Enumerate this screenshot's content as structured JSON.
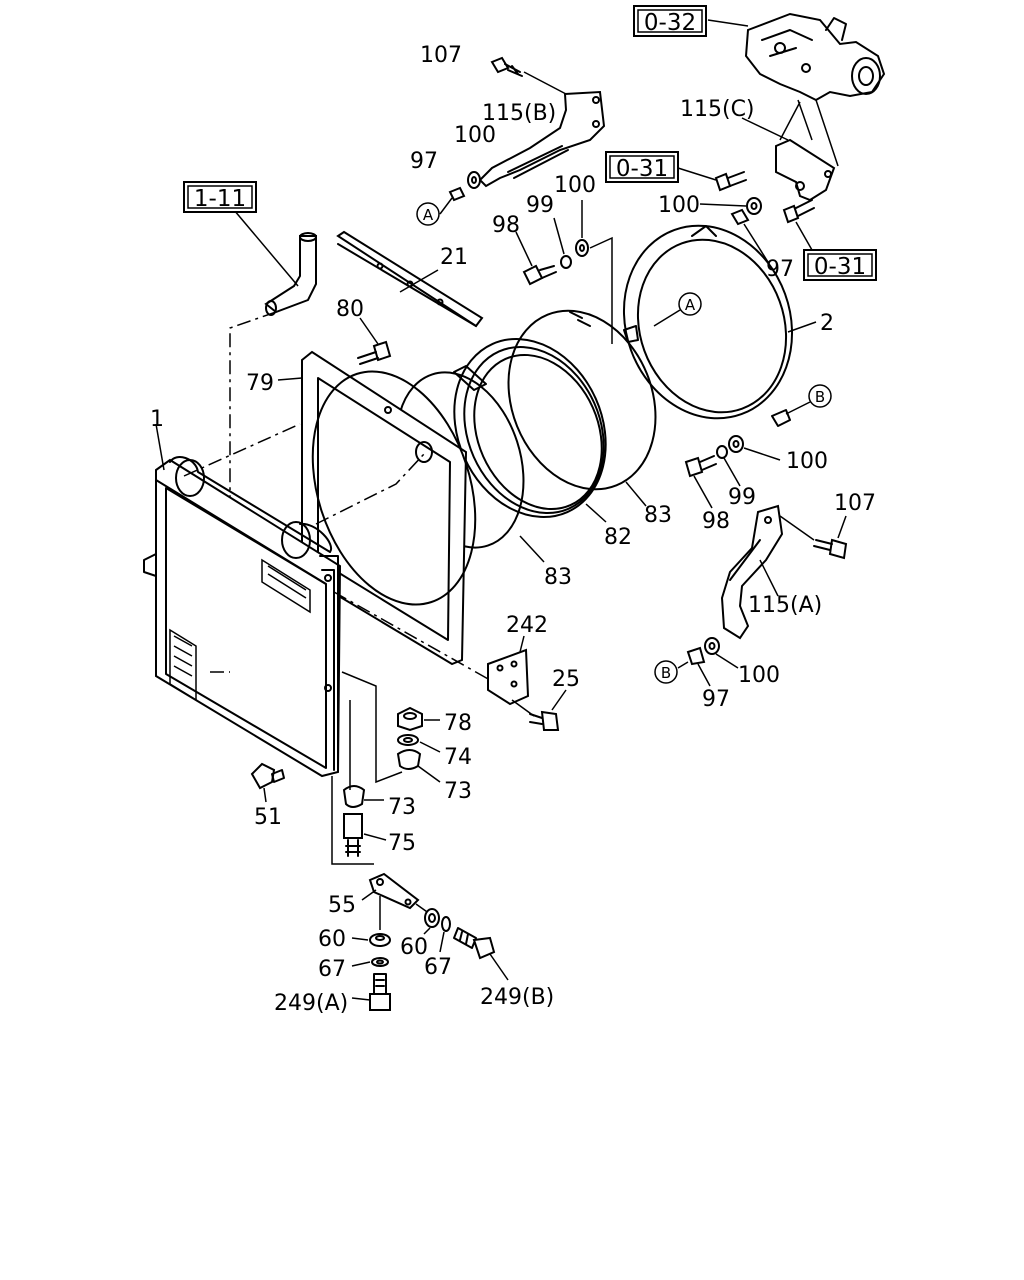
{
  "refs": {
    "r_0_32": "0-32",
    "r_0_31a": "0-31",
    "r_0_31b": "0-31",
    "r_1_11": "1-11"
  },
  "labels": {
    "l107a": "107",
    "l115b": "115(B)",
    "l100a": "100",
    "l97a": "97",
    "l115c": "115(C)",
    "l100b": "100",
    "l99a": "99",
    "l98a": "98",
    "l100c": "100",
    "l97b": "97",
    "l21": "21",
    "l80": "80",
    "l79": "79",
    "l2": "2",
    "l1": "1",
    "l100d": "100",
    "l99b": "99",
    "l98b": "98",
    "l107b": "107",
    "l83a": "83",
    "l82": "82",
    "l83b": "83",
    "l115a": "115(A)",
    "l242": "242",
    "l25": "25",
    "l100e": "100",
    "l97c": "97",
    "l78": "78",
    "l74": "74",
    "l73a": "73",
    "l73b": "73",
    "l75": "75",
    "l51": "51",
    "l55": "55",
    "l60a": "60",
    "l60b": "60",
    "l67a": "67",
    "l67b": "67",
    "l249a": "249(A)",
    "l249b": "249(B)"
  },
  "markers": {
    "mA1": "A",
    "mA2": "A",
    "mB1": "B",
    "mB2": "B"
  }
}
